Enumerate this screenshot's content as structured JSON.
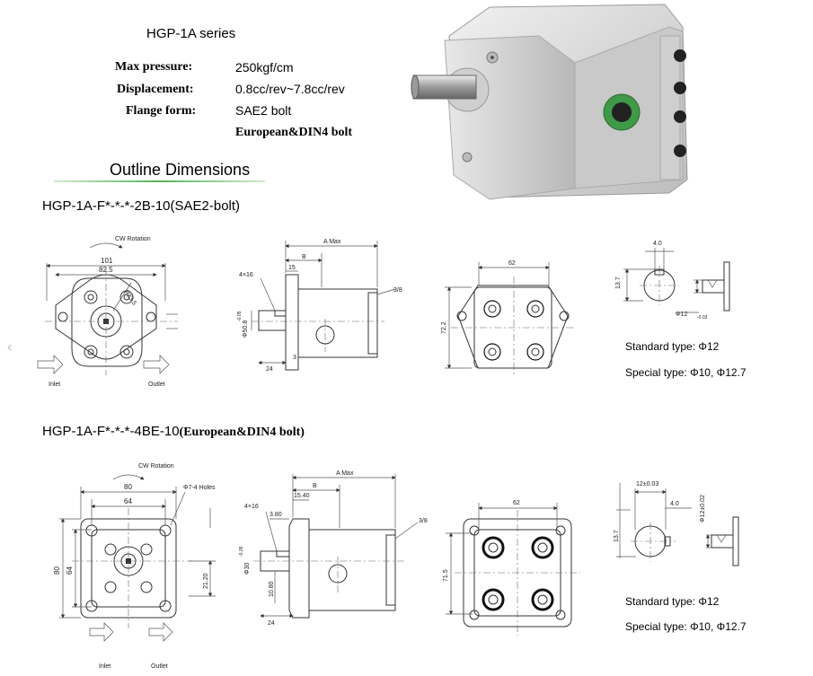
{
  "header": {
    "series_title": "HGP-1A  series",
    "specs": [
      {
        "label": "Max pressure:",
        "value": "250kgf/cm"
      },
      {
        "label": "Displacement:",
        "value": "0.8cc/rev~7.8cc/rev"
      },
      {
        "label": "Flange form:",
        "value": "SAE2  bolt"
      }
    ],
    "flange_extra_value": "European&DIN4 bolt"
  },
  "photo": {
    "alt": "Gear pump photograph"
  },
  "outline": {
    "title": "Outline Dimensions"
  },
  "section1": {
    "code": "HGP-1A-F*-*-*-2B-10(SAE2-bolt)",
    "front": {
      "rotation": "CW Rotation",
      "dim_101": "101",
      "dim_82_5": "82.5",
      "dim_r": "R23.5",
      "inlet": "Inlet",
      "outlet": "Outlet"
    },
    "side": {
      "a_max": "A Max",
      "b": "B",
      "d15": "15",
      "key": "4×16",
      "port": "3/8",
      "shaft_dia": "Φ50.8",
      "tol": "-0.05",
      "d3": "3",
      "d24": "24"
    },
    "back": {
      "d62": "62",
      "d72_2": "72.2"
    },
    "shaft": {
      "d4": "4.0",
      "d13_7": "13.7",
      "d12": "Φ12",
      "tol": "-0.03"
    },
    "std_label": "Standard type:",
    "std_value": "Φ12",
    "spec_label": "Special type:",
    "spec_value": "Φ10, Φ12.7"
  },
  "section2": {
    "code_prefix": "HGP-1A-F*-*-*-4BE-10",
    "code_suffix": "(European&DIN4 bolt)",
    "front": {
      "rotation": "CW Rotation",
      "holes": "Φ7-4  Holes",
      "d80": "80",
      "d64": "64",
      "d80v": "80",
      "d64v": "64",
      "d21_20": "21.20",
      "inlet": "Inlet",
      "outlet": "Outlet"
    },
    "side": {
      "a_max": "A Max",
      "b": "B",
      "d15_40": "15.40",
      "d3_80": "3.80",
      "key": "4×16",
      "port": "3/8",
      "shaft_dia": "Φ30",
      "tol": "-0.05",
      "d10_80": "10.80",
      "d24": "24"
    },
    "back": {
      "d62": "62",
      "d71_5": "71.5"
    },
    "shaft": {
      "d12": "12±0.03",
      "d4": "4.0",
      "d13_7": "13.7",
      "d12v": "Φ12±0.02"
    },
    "std_label": "Standard type:",
    "std_value": "Φ12",
    "spec_label": "Special type:",
    "spec_value": "Φ10, Φ12.7"
  }
}
